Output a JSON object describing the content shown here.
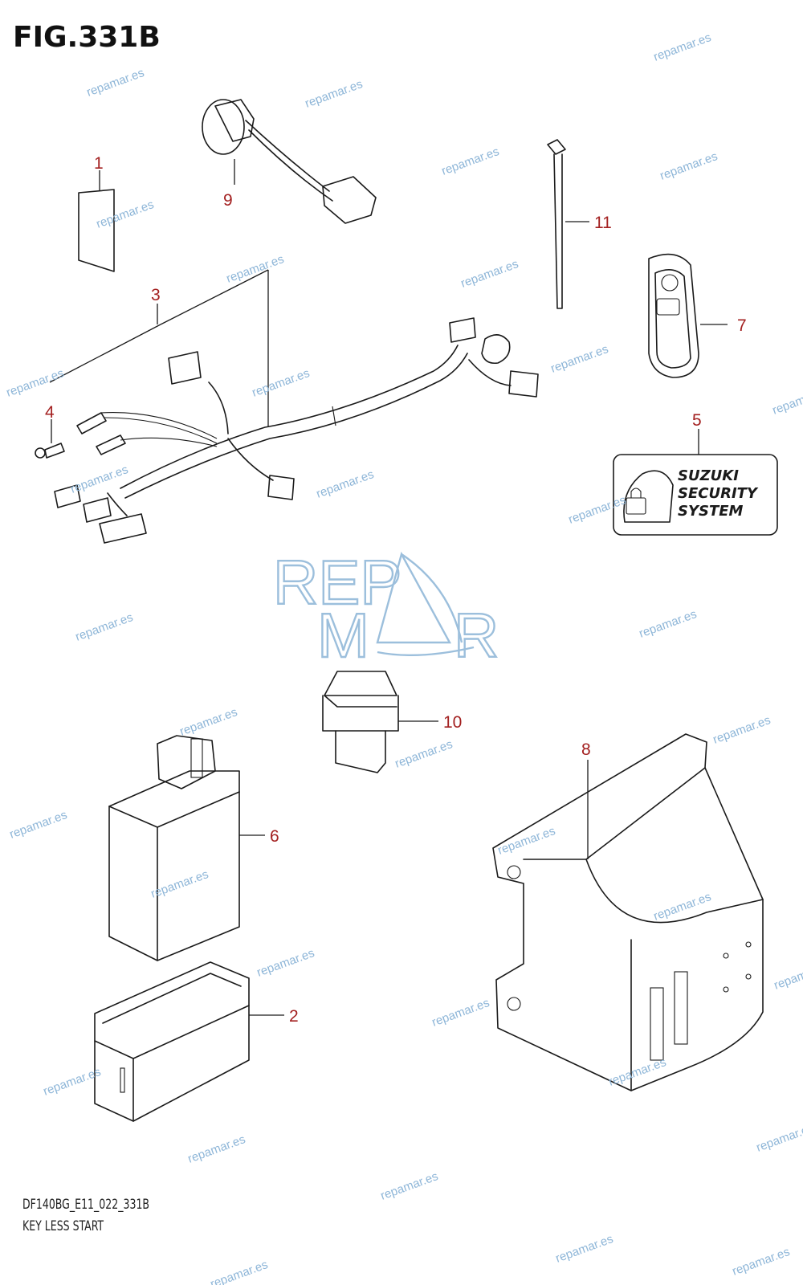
{
  "figure": {
    "title": "FIG.331B",
    "footer_code": "DF140BG_E11_022_331B",
    "footer_name": "KEY LESS START"
  },
  "watermark": "repamar.es",
  "watermark_logo": {
    "line1": "REP",
    "line2_left": "M",
    "line2_right": "R"
  },
  "label_sticker": {
    "line1": "SUZUKI",
    "line2": "SECURITY",
    "line3": "SYSTEM"
  },
  "callouts": [
    "1",
    "2",
    "3",
    "4",
    "5",
    "6",
    "7",
    "8",
    "9",
    "10",
    "11"
  ],
  "colors": {
    "callout": "#a32020",
    "watermark": "#8eb6d8",
    "line": "#1a1a1a"
  }
}
